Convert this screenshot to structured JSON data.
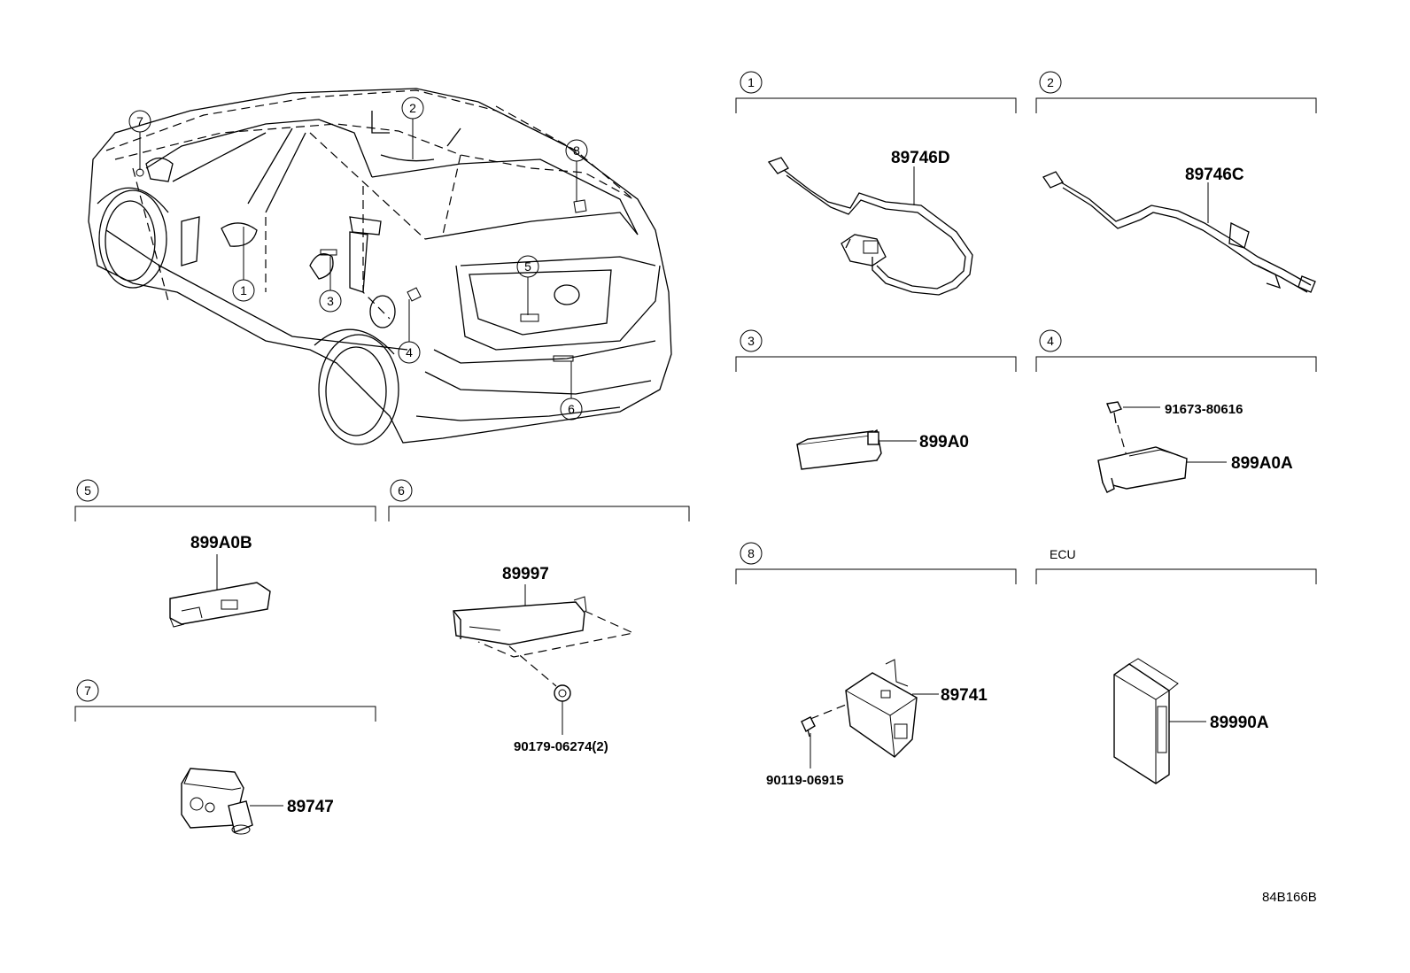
{
  "overview": {
    "callouts": [
      "1",
      "2",
      "3",
      "4",
      "5",
      "6",
      "7",
      "8"
    ]
  },
  "sections": [
    {
      "key": "1",
      "label": "1",
      "parts": [
        "89746D"
      ]
    },
    {
      "key": "2",
      "label": "2",
      "parts": [
        "89746C"
      ]
    },
    {
      "key": "3",
      "label": "3",
      "parts": [
        "899A0"
      ]
    },
    {
      "key": "4",
      "label": "4",
      "parts": [
        "91673-80616",
        "899A0A"
      ]
    },
    {
      "key": "5",
      "label": "5",
      "parts": [
        "899A0B"
      ]
    },
    {
      "key": "6",
      "label": "6",
      "parts": [
        "89997",
        "90179-06274(2)"
      ]
    },
    {
      "key": "7",
      "label": "7",
      "parts": [
        "89747"
      ]
    },
    {
      "key": "8",
      "label": "8",
      "parts": [
        "89741",
        "90119-06915"
      ]
    },
    {
      "key": "ecu",
      "label": "ECU",
      "parts": [
        "89990A"
      ]
    }
  ],
  "diagram_code": "84B166B"
}
